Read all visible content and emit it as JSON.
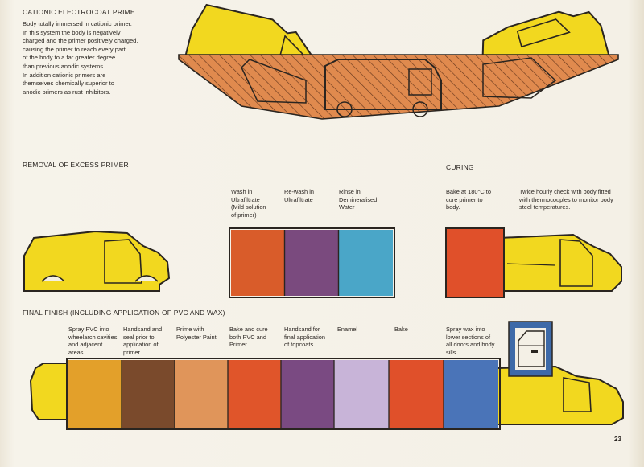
{
  "sections": {
    "electrocoat": {
      "heading": "CATIONIC ELECTROCOAT PRIME",
      "lines": [
        "Body totally immersed in cationic primer.",
        "In this system the body is negatively",
        "charged and the primer positively charged,",
        "causing the primer to reach every part",
        "of the body to a far greater degree",
        "than previous anodic systems.",
        "In addition cationic primers are",
        "themselves chemically superior to",
        "anodic primers as rust inhibitors."
      ]
    },
    "removal": {
      "heading": "REMOVAL OF EXCESS PRIMER",
      "steps": [
        {
          "lines": [
            "Wash in",
            "Ultrafiltrate",
            "(Mild solution",
            "of primer)"
          ]
        },
        {
          "lines": [
            "Re-wash in",
            "Ultrafiltrate"
          ]
        },
        {
          "lines": [
            "Rinse in",
            "Demineralised",
            "Water"
          ]
        }
      ]
    },
    "curing": {
      "heading": "CURING",
      "bake": [
        "Bake at 180°C to",
        "cure primer to",
        "body."
      ],
      "check": [
        "Twice hourly check with body fitted",
        "with thermocouples to monitor body",
        "steel temperatures."
      ]
    },
    "finish": {
      "heading": "FINAL FINISH (INCLUDING APPLICATION OF PVC AND WAX)",
      "steps": [
        {
          "lines": [
            "Spray PVC into",
            "wheelarch cavities",
            "and adjacent",
            "areas."
          ]
        },
        {
          "lines": [
            "Handsand and",
            "seal prior to",
            "application of",
            "primer"
          ]
        },
        {
          "lines": [
            "Prime with",
            "Polyester Paint"
          ]
        },
        {
          "lines": [
            "Bake and cure",
            "both PVC and",
            "Primer"
          ]
        },
        {
          "lines": [
            "Handsand for",
            "final application",
            "of topcoats."
          ]
        },
        {
          "lines": [
            "Enamel"
          ]
        },
        {
          "lines": [
            "Bake"
          ]
        },
        {
          "lines": [
            "Spray wax into",
            "lower sections of",
            "all doors and body",
            "sills."
          ]
        }
      ]
    }
  },
  "page_number": "23",
  "colors": {
    "body_yellow": "#f2d81f",
    "outline": "#2a2520",
    "tank_orange": "#e0884a",
    "wash": "#d95c2a",
    "rewash": "#7a4a7e",
    "rinse": "#4aa6c8",
    "cure": "#e0502a",
    "pvc": "#e3a02a",
    "sand": "#7a4a2c",
    "prime": "#e0955a",
    "bake_pvc": "#e0552a",
    "sand_top": "#7a4a82",
    "enamel": "#c8b4d8",
    "bake": "#e0502a",
    "wax": "#4a74b8",
    "door_frame": "#3e6aa8"
  }
}
